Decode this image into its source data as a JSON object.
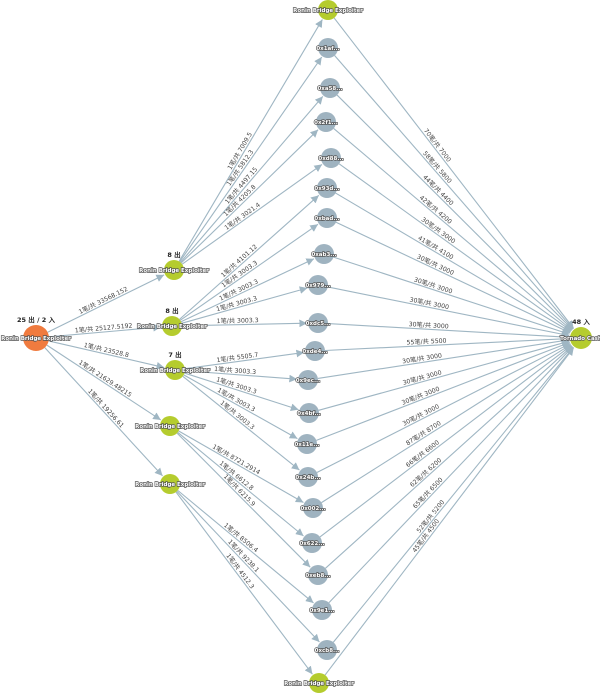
{
  "colors": {
    "source": "#f07b3f",
    "exchange": "#b5cc2e",
    "address": "#9fb3c0",
    "edge": "#9fb6c3"
  },
  "nodes": {
    "src": {
      "label": "Ronin Bridge Exploiter",
      "count": "25 出 / 2 入",
      "kind": "source"
    },
    "a": {
      "label": "Ronin Bridge Exploiter",
      "count": "8 出",
      "kind": "exchange"
    },
    "b": {
      "label": "Ronin Bridge Exploiter",
      "count": "8 出",
      "kind": "exchange"
    },
    "c": {
      "label": "Ronin Bridge Exploiter",
      "count": "7 出",
      "kind": "exchange"
    },
    "d": {
      "label": "Ronin Bridge Exploiter",
      "kind": "exchange"
    },
    "e": {
      "label": "Ronin Bridge Exploiter",
      "kind": "exchange"
    },
    "top": {
      "label": "Ronin Bridge Exploiter",
      "kind": "exchange"
    },
    "bot": {
      "label": "Ronin Bridge Exploiter",
      "kind": "exchange"
    },
    "hub": {
      "label": "Tornado Cash",
      "count": "48 入",
      "kind": "exchange"
    },
    "g1": {
      "label": "0x1af...",
      "kind": "address"
    },
    "g2": {
      "label": "0xa58...",
      "kind": "address"
    },
    "g3": {
      "label": "0x2f1...",
      "kind": "address"
    },
    "g4": {
      "label": "0xd88...",
      "kind": "address"
    },
    "g5": {
      "label": "0x93d...",
      "kind": "address"
    },
    "g6": {
      "label": "0xbad...",
      "kind": "address"
    },
    "g7": {
      "label": "0xab3...",
      "kind": "address"
    },
    "g8": {
      "label": "0x979...",
      "kind": "address"
    },
    "g9": {
      "label": "0xdc5...",
      "kind": "address"
    },
    "g10": {
      "label": "0xde4...",
      "kind": "address"
    },
    "g11": {
      "label": "0x9ec...",
      "kind": "address"
    },
    "g12": {
      "label": "0x4bf...",
      "kind": "address"
    },
    "g13": {
      "label": "0x11e...",
      "kind": "address"
    },
    "g14": {
      "label": "0x24b...",
      "kind": "address"
    },
    "g15": {
      "label": "0x002...",
      "kind": "address"
    },
    "g16": {
      "label": "0x622...",
      "kind": "address"
    },
    "g17": {
      "label": "0xeb8...",
      "kind": "address"
    },
    "g18": {
      "label": "0x9e1...",
      "kind": "address"
    },
    "g19": {
      "label": "0xcb8...",
      "kind": "address"
    }
  },
  "edges": [
    {
      "from": "src",
      "to": "a",
      "label": "1笔/共 33568.152"
    },
    {
      "from": "src",
      "to": "b",
      "label": "1笔/共 25127.5192"
    },
    {
      "from": "src",
      "to": "c",
      "label": "1笔/共 23528.8"
    },
    {
      "from": "src",
      "to": "d",
      "label": "1笔/共 21629.48215"
    },
    {
      "from": "src",
      "to": "e",
      "label": "1笔/共 19256.61"
    },
    {
      "from": "a",
      "to": "top",
      "label": "1笔/共 7009.5"
    },
    {
      "from": "a",
      "to": "g1",
      "label": "1笔/共 5812.3"
    },
    {
      "from": "a",
      "to": "g2",
      "label": "1笔/共 4497.15"
    },
    {
      "from": "a",
      "to": "g3",
      "label": "1笔/共 4205.8"
    },
    {
      "from": "a",
      "to": "g4",
      "label": "1笔/共 3021.4"
    },
    {
      "from": "b",
      "to": "g5",
      "label": "1笔/共 4101.12"
    },
    {
      "from": "b",
      "to": "g6",
      "label": "1笔/共 3003.3"
    },
    {
      "from": "b",
      "to": "g7",
      "label": "1笔/共 3003.3"
    },
    {
      "from": "b",
      "to": "g8",
      "label": "1笔/共 3003.3"
    },
    {
      "from": "b",
      "to": "g9",
      "label": "1笔/共 3003.3"
    },
    {
      "from": "c",
      "to": "g10",
      "label": "1笔/共 5505.7"
    },
    {
      "from": "c",
      "to": "g11",
      "label": "1笔/共 3003.3"
    },
    {
      "from": "c",
      "to": "g12",
      "label": "1笔/共 3003.3"
    },
    {
      "from": "c",
      "to": "g13",
      "label": "1笔/共 3003.3"
    },
    {
      "from": "c",
      "to": "g14",
      "label": "1笔/共 3003.3"
    },
    {
      "from": "d",
      "to": "g15",
      "label": "1笔/共 8721.2914"
    },
    {
      "from": "d",
      "to": "g16",
      "label": "1笔/共 6612.8"
    },
    {
      "from": "d",
      "to": "g17",
      "label": "1笔/共 6215.9"
    },
    {
      "from": "e",
      "to": "g18",
      "label": "1笔/共 8506.4"
    },
    {
      "from": "e",
      "to": "g19",
      "label": "1笔/共 9238.1"
    },
    {
      "from": "e",
      "to": "bot",
      "label": "1笔/共 4512.3"
    },
    {
      "from": "top",
      "to": "hub",
      "label": "70笔/共 7000"
    },
    {
      "from": "g1",
      "to": "hub",
      "label": "58笔/共 5800"
    },
    {
      "from": "g2",
      "to": "hub",
      "label": "44笔/共 4400"
    },
    {
      "from": "g3",
      "to": "hub",
      "label": "42笔/共 4200"
    },
    {
      "from": "g4",
      "to": "hub",
      "label": "30笔/共 3000"
    },
    {
      "from": "g5",
      "to": "hub",
      "label": "41笔/共 4100"
    },
    {
      "from": "g6",
      "to": "hub",
      "label": "30笔/共 3000"
    },
    {
      "from": "g7",
      "to": "hub",
      "label": "30笔/共 3000"
    },
    {
      "from": "g8",
      "to": "hub",
      "label": "30笔/共 3000"
    },
    {
      "from": "g9",
      "to": "hub",
      "label": "30笔/共 3000"
    },
    {
      "from": "g10",
      "to": "hub",
      "label": "55笔/共 5500"
    },
    {
      "from": "g11",
      "to": "hub",
      "label": "30笔/共 3000"
    },
    {
      "from": "g12",
      "to": "hub",
      "label": "30笔/共 3000"
    },
    {
      "from": "g13",
      "to": "hub",
      "label": "30笔/共 3000"
    },
    {
      "from": "g14",
      "to": "hub",
      "label": "30笔/共 3000"
    },
    {
      "from": "g15",
      "to": "hub",
      "label": "87笔/共 8700"
    },
    {
      "from": "g16",
      "to": "hub",
      "label": "66笔/共 6600"
    },
    {
      "from": "g17",
      "to": "hub",
      "label": "62笔/共 6200"
    },
    {
      "from": "g18",
      "to": "hub",
      "label": "65笔/共 6500"
    },
    {
      "from": "g19",
      "to": "hub",
      "label": "52笔/共 5200"
    },
    {
      "from": "bot",
      "to": "hub",
      "label": "45笔/共 4500"
    }
  ]
}
